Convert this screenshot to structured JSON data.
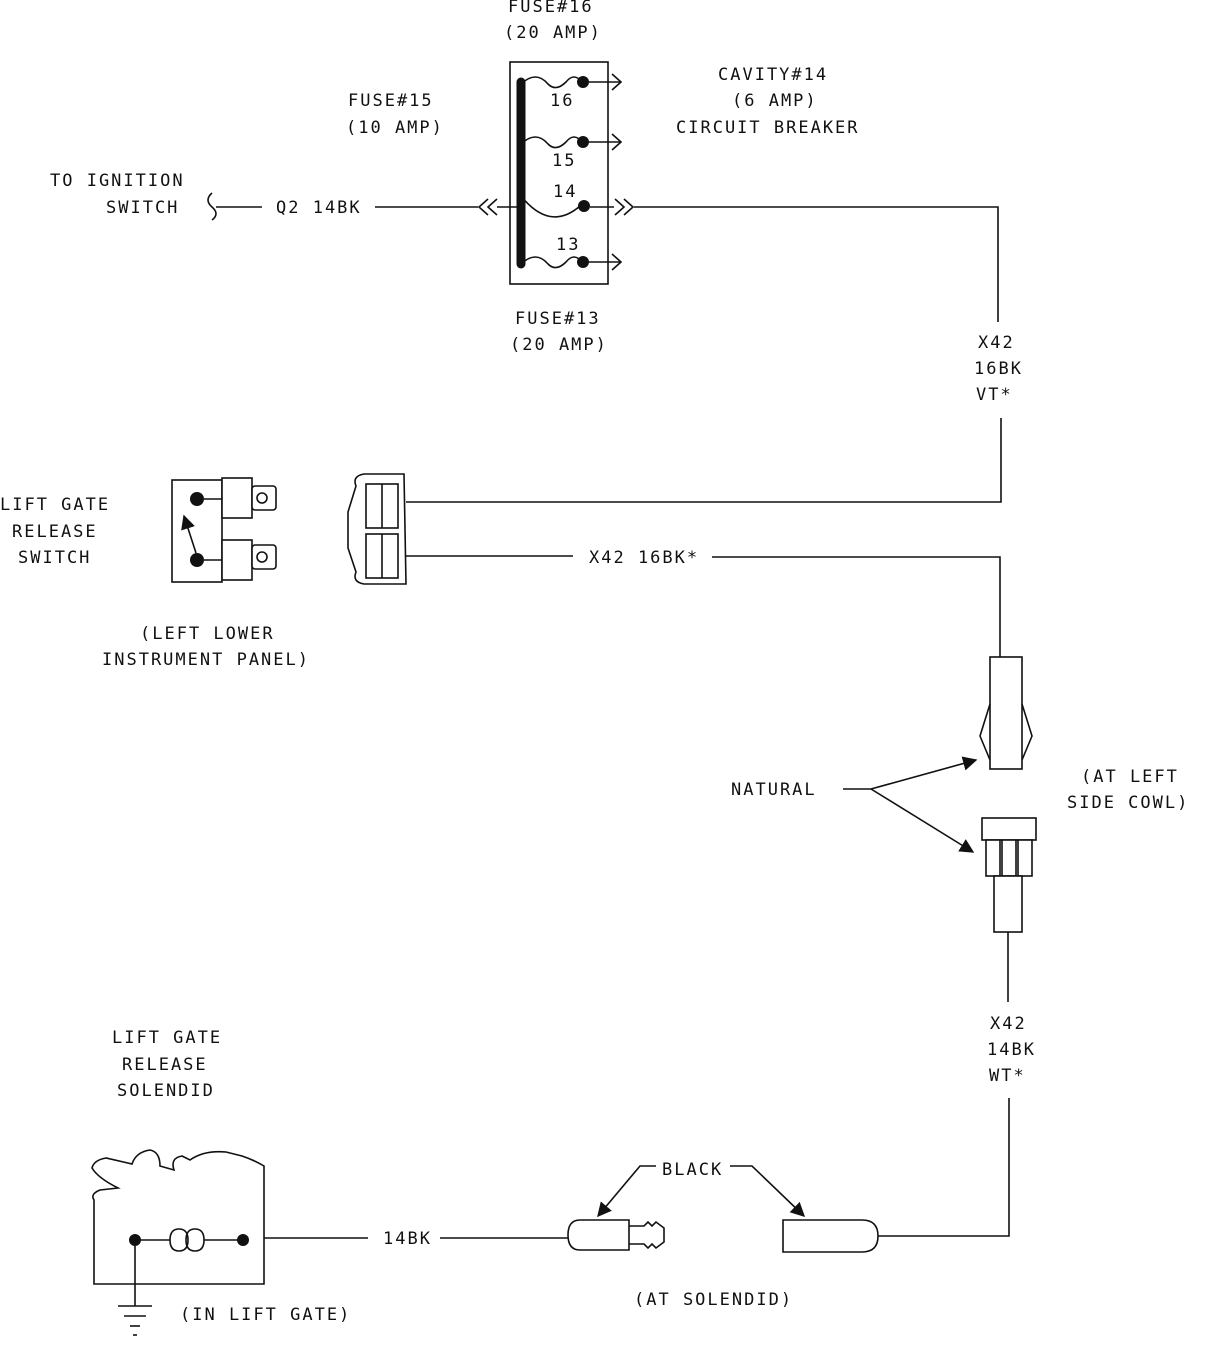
{
  "fuse_block": {
    "fuse16_title": "FUSE#16",
    "fuse16_rating": "(20 AMP)",
    "fuse15_title": "FUSE#15",
    "fuse15_rating": "(10 AMP)",
    "fuse13_title": "FUSE#13",
    "fuse13_rating": "(20 AMP)",
    "cavity14_title": "CAVITY#14",
    "cavity14_rating": "(6 AMP)",
    "cavity14_type": "CIRCUIT BREAKER",
    "slot_labels": [
      "16",
      "15",
      "14",
      "13"
    ]
  },
  "ignition": {
    "line1": "TO IGNITION",
    "line2": "SWITCH",
    "wire_label": "Q2 14BK"
  },
  "wire_x42_vt": {
    "line1": "X42",
    "line2": "16BK",
    "line3": "VT*"
  },
  "switch": {
    "name_line1": "LIFT GATE",
    "name_line2": "RELEASE",
    "name_line3": "SWITCH",
    "location_line1": "(LEFT LOWER",
    "location_line2": "INSTRUMENT PANEL)"
  },
  "wire_x42_16bk": "X42 16BK*",
  "cowl_connector": {
    "color_label": "NATURAL",
    "location_line1": "(AT LEFT",
    "location_line2": "SIDE COWL)"
  },
  "wire_x42_wt": {
    "line1": "X42",
    "line2": "14BK",
    "line3": "WT*"
  },
  "solenoid": {
    "name_line1": "LIFT GATE",
    "name_line2": "RELEASE",
    "name_line3": "SOLENDID",
    "location": "(IN LIFT GATE)",
    "wire_label": "14BK"
  },
  "solenoid_connector": {
    "color_label": "BLACK",
    "location": "(AT SOLENDID)"
  }
}
